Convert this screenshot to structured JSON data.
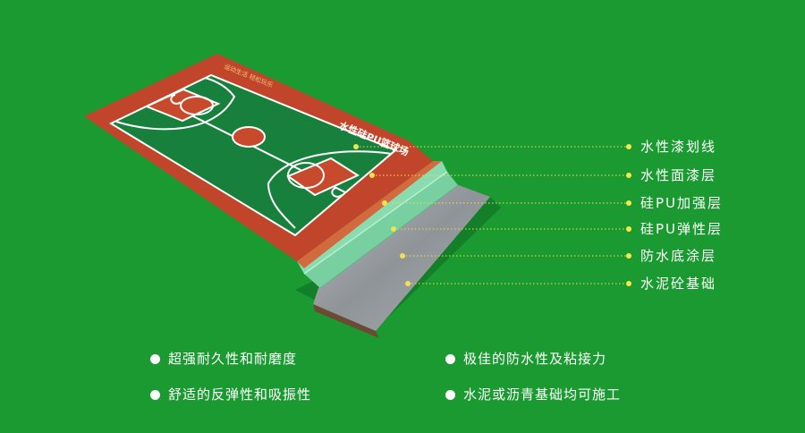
{
  "court": {
    "caption": "水性硅PU篮球场",
    "corner_text": "运动生活  轻松玩乐",
    "colors": {
      "border": "#c0452b",
      "field": "#16803c",
      "key": "#c84a2c",
      "base_green": "#7ed4a0",
      "concrete": "#9ea3a6",
      "leader": "#f3e24a"
    }
  },
  "layers": [
    {
      "label": "水性漆划线"
    },
    {
      "label": "水性面漆层"
    },
    {
      "label": "硅PU加强层"
    },
    {
      "label": "硅PU弹性层"
    },
    {
      "label": "防水底涂层"
    },
    {
      "label": "水泥砼基础"
    }
  ],
  "features": [
    {
      "text": "超强耐久性和耐磨度"
    },
    {
      "text": "极佳的防水性及粘接力"
    },
    {
      "text": "舒适的反弹性和吸振性"
    },
    {
      "text": "水泥或沥青基础均可施工"
    }
  ]
}
